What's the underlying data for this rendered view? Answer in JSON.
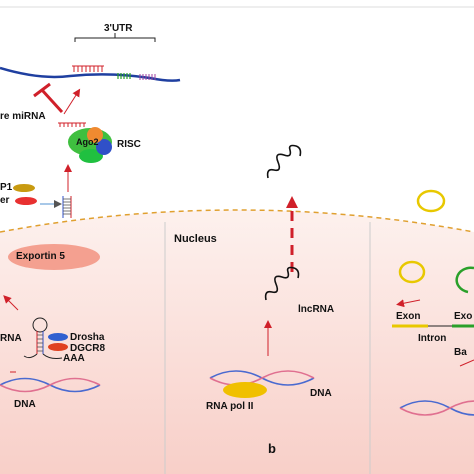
{
  "labels": {
    "utr3": "3'UTR",
    "mature_mirna": "re miRNA",
    "ago2": "Ago2",
    "risc": "RISC",
    "p1": "P1",
    "er": "er",
    "nucleus": "Nucleus",
    "exportin5": "Exportin 5",
    "rna_left": "RNA",
    "drosha": "Drosha",
    "dgcr8": "DGCR8",
    "aaa": "AAA",
    "dna_left": "DNA",
    "lncrna": "lncRNA",
    "rna_pol2": "RNA pol II",
    "dna_middle": "DNA",
    "panel_b": "b",
    "exon_left": "Exon",
    "exon_right": "Exo",
    "intron": "Intron",
    "ba": "Ba"
  },
  "colors": {
    "nucleus_fill": "#fbe0dc",
    "mrna_line": "#1f3fa0",
    "exportin": "#f4a090",
    "ago2": "#3fbf3f",
    "risc_orange": "#f08a30",
    "risc_blue": "#3050c8",
    "rna_pol": "#f0c000",
    "circ_yellow": "#e8c800",
    "circ_green": "#2aa02a",
    "arrow_red": "#d0202a",
    "dna_blue": "#4a6ad0",
    "dna_pink": "#e07090"
  }
}
